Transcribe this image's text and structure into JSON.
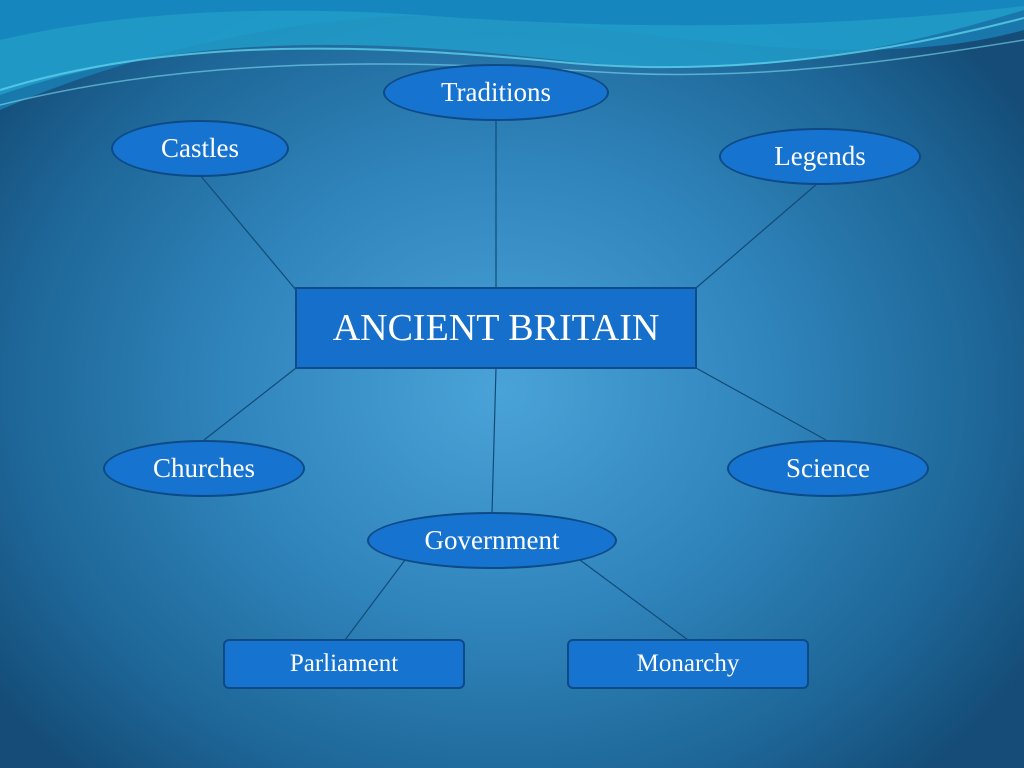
{
  "diagram": {
    "center": {
      "label": "ANCIENT BRITAIN"
    },
    "branches": {
      "traditions": {
        "label": "Traditions"
      },
      "castles": {
        "label": "Castles"
      },
      "legends": {
        "label": "Legends"
      },
      "churches": {
        "label": "Churches"
      },
      "science": {
        "label": "Science"
      },
      "government": {
        "label": "Government"
      }
    },
    "sub_branches": {
      "parliament": {
        "label": "Parliament"
      },
      "monarchy": {
        "label": "Monarchy"
      }
    }
  },
  "colors": {
    "node_fill": "#1673cf",
    "node_border": "#0d4a86",
    "connector": "#134a78",
    "text": "#ffffff"
  }
}
